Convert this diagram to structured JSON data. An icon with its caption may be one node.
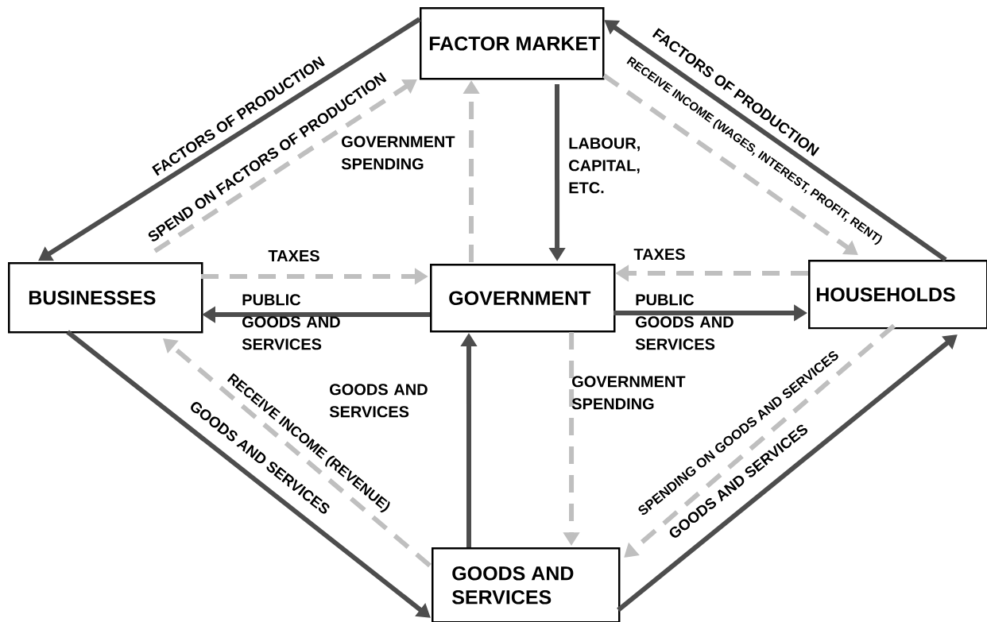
{
  "diagram": {
    "nodes": [
      {
        "text": [
          "FACTOR MARKET"
        ]
      },
      {
        "text": [
          "BUSINESSES"
        ]
      },
      {
        "text": [
          "GOVERNMENT"
        ]
      },
      {
        "text": [
          "HOUSEHOLDS"
        ]
      },
      {
        "text": [
          "GOODS AND SERVICES"
        ]
      }
    ],
    "edges": [
      {
        "from": 0,
        "to": 1,
        "arrow": "to",
        "label": "FACTORS OF PRODUCTION"
      },
      {
        "from": 1,
        "to": 0,
        "arrow": "to",
        "label": "SPEND ON FACTORS OF PRODUCTION",
        "style": "dashed",
        "color": "#bfbfbf"
      },
      {
        "from": 2,
        "to": 0,
        "arrow": "to",
        "label": "GOVERNMENT SPENDING",
        "style": "dashed",
        "color": "#bfbfbf"
      },
      {
        "from": 0,
        "to": 2,
        "arrow": "to",
        "label": "LABOUR, CAPITAL, ETC."
      },
      {
        "from": 3,
        "to": 0,
        "arrow": "to",
        "label": "FACTORS OF PRODUCTION"
      },
      {
        "from": 0,
        "to": 3,
        "arrow": "to",
        "label": "RECEIVE INCOME (WAGES, INTEREST, PROFIT, RENT)",
        "style": "dashed",
        "color": "#bfbfbf"
      },
      {
        "from": 1,
        "to": 2,
        "arrow": "to",
        "label": "TAXES",
        "style": "dashed",
        "color": "#bfbfbf"
      },
      {
        "from": 3,
        "to": 2,
        "arrow": "to",
        "label": "TAXES",
        "style": "dashed",
        "color": "#bfbfbf"
      },
      {
        "from": 2,
        "to": 1,
        "arrow": "to",
        "label": "PUBLIC GOODS AND SERVICES"
      },
      {
        "from": 2,
        "to": 3,
        "arrow": "to",
        "label": "PUBLIC GOODS AND SERVICES"
      },
      {
        "from": 2,
        "to": 4,
        "arrow": "to",
        "label": "GOVERNMENT SPENDING",
        "style": "dashed",
        "color": "#bfbfbf"
      },
      {
        "from": 4,
        "to": 2,
        "arrow": "to",
        "label": "GOODS AND SERVICES"
      },
      {
        "from": 1,
        "to": 4,
        "arrow": "to",
        "label": "GOODS AND SERVICES"
      },
      {
        "from": 4,
        "to": 1,
        "arrow": "to",
        "label": "RECEIVE INCOME (REVENUE)",
        "style": "dashed",
        "color": "#bfbfbf"
      },
      {
        "from": 4,
        "to": 3,
        "arrow": "to",
        "label": "GOODS AND SERVICES"
      },
      {
        "from": 3,
        "to": 4,
        "arrow": "to",
        "label": "SPENDING ON GOODS AND SERVICES",
        "style": "dashed",
        "color": "#bfbfbf"
      }
    ]
  }
}
